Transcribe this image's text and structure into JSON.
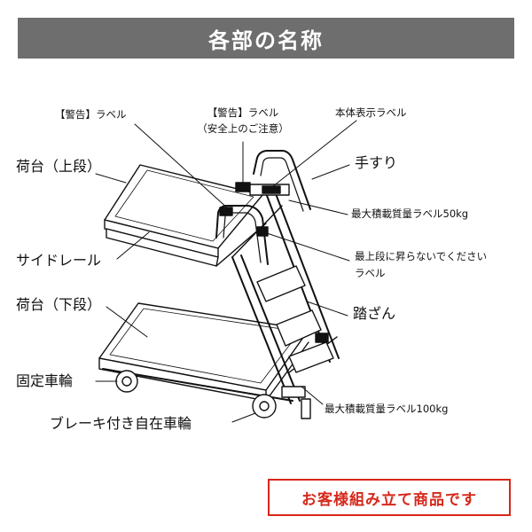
{
  "header": {
    "title": "各部の名称"
  },
  "labels": {
    "warning_label_1": "【警告】ラベル",
    "warning_label_2_line1": "【警告】ラベル",
    "warning_label_2_line2": "（安全上のご注意）",
    "body_display_label": "本体表示ラベル",
    "handrail": "手すり",
    "max_load_50": "最大積載質量ラベル50kg",
    "no_climb_line1": "最上段に昇らないでください",
    "no_climb_line2": "ラベル",
    "tread": "踏ざん",
    "max_load_100": "最大積載質量ラベル100kg",
    "upper_deck": "荷台（上段）",
    "side_rail": "サイドレール",
    "lower_deck": "荷台（下段）",
    "fixed_wheel": "固定車輪",
    "brake_caster": "ブレーキ付き自在車輪"
  },
  "badge": {
    "text": "お客様組み立て商品です",
    "color": "#d6271a"
  },
  "colors": {
    "header_bg": "#6e6e6e",
    "line": "#111111"
  }
}
